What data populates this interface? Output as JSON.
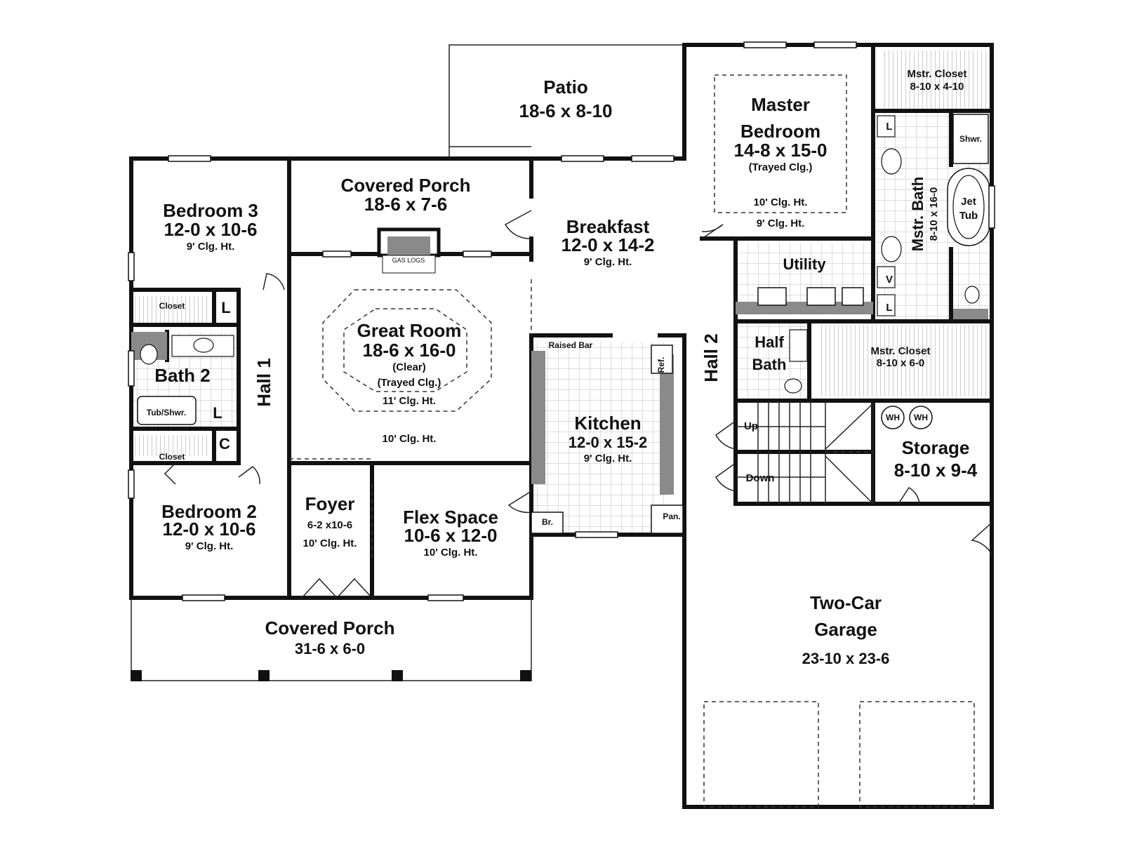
{
  "plan": {
    "patio": {
      "name": "Patio",
      "size": "18-6 x 8-10"
    },
    "covered_porch_rear": {
      "name": "Covered Porch",
      "size": "18-6 x 7-6"
    },
    "bedroom3": {
      "name": "Bedroom 3",
      "size": "12-0 x 10-6",
      "ceiling": "9' Clg. Ht."
    },
    "closet_upper": "Closet",
    "closet_lower": "Closet",
    "linen_upper": "L",
    "linen_lower": "L",
    "coat": "C",
    "bath2": {
      "name": "Bath 2",
      "tub": "Tub/Shwr."
    },
    "hall1": "Hall 1",
    "great_room": {
      "name": "Great Room",
      "size": "18-6 x 16-0",
      "clear": "(Clear)",
      "trayed": "(Trayed Clg.)",
      "ceiling_tray": "11' Clg. Ht.",
      "ceiling": "10' Clg. Ht."
    },
    "gas_logs": "GAS LOGS",
    "breakfast": {
      "name": "Breakfast",
      "size": "12-0 x 14-2",
      "ceiling": "9' Clg. Ht."
    },
    "master_bedroom": {
      "name_line1": "Master",
      "name_line2": "Bedroom",
      "size": "14-8 x 15-0",
      "trayed": "(Trayed Clg.)",
      "ceiling_tray": "10' Clg. Ht.",
      "ceiling": "9' Clg. Ht."
    },
    "mstr_closet_top": {
      "name": "Mstr. Closet",
      "size": "8-10 x 4-10"
    },
    "shower": "Shwr.",
    "jet_tub": {
      "line1": "Jet",
      "line2": "Tub"
    },
    "mstr_bath": {
      "name": "Mstr. Bath",
      "size": "8-10 x 16-0"
    },
    "mstr_bath_l_top": "L",
    "mstr_bath_l_bottom": "L",
    "mstr_bath_v": "V",
    "utility": "Utility",
    "hall2": "Hall 2",
    "half_bath": {
      "line1": "Half",
      "line2": "Bath"
    },
    "mstr_closet_mid": {
      "name": "Mstr. Closet",
      "size": "8-10 x 6-0"
    },
    "raised_bar": "Raised Bar",
    "ref": "Ref.",
    "kitchen": {
      "name": "Kitchen",
      "size": "12-0 x 15-2",
      "ceiling": "9' Clg. Ht."
    },
    "broom": "Br.",
    "pantry": "Pan.",
    "stairs_up": "Up",
    "stairs_down": "Down",
    "wh1": "WH",
    "wh2": "WH",
    "storage": {
      "name": "Storage",
      "size": "8-10 x 9-4"
    },
    "bedroom2": {
      "name": "Bedroom 2",
      "size": "12-0 x 10-6",
      "ceiling": "9' Clg. Ht."
    },
    "foyer": {
      "name": "Foyer",
      "size": "6-2 x10-6",
      "ceiling": "10' Clg. Ht."
    },
    "flex": {
      "name": "Flex Space",
      "size": "10-6 x 12-0",
      "ceiling": "10' Clg. Ht."
    },
    "covered_porch_front": {
      "name": "Covered Porch",
      "size": "31-6 x 6-0"
    },
    "garage": {
      "name_line1": "Two-Car",
      "name_line2": "Garage",
      "size": "23-10 x 23-6"
    }
  }
}
